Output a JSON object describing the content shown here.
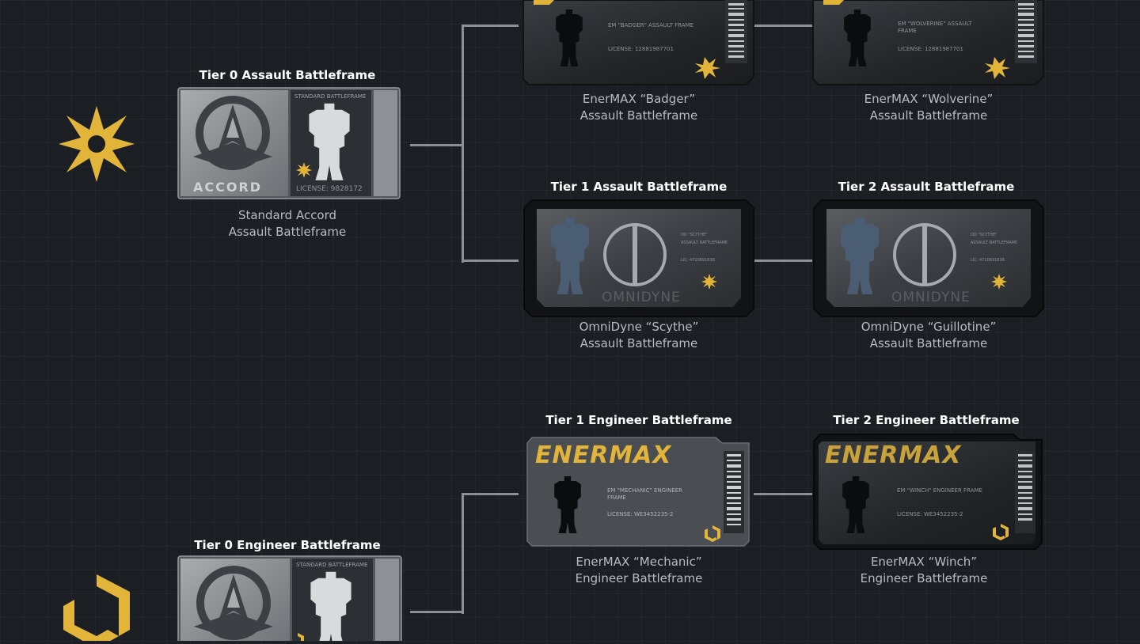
{
  "colors": {
    "accent": "#e3b43a",
    "line": "#8c9094",
    "bg": "#1b1f24"
  },
  "assault": {
    "class_icon": "assault-star-icon",
    "tier0": {
      "tier_label": "Tier 0 Assault Battleframe",
      "card": {
        "brand": "ACCORD",
        "type": "STANDARD BATTLEFRAME",
        "license": "LICENSE: 9828172"
      },
      "name_line1": "Standard Accord",
      "name_line2": "Assault Battleframe"
    },
    "tier1_enermax": {
      "card": {
        "line1": "EM \"BADGER\" ASSAULT FRAME",
        "license": "LICENSE: 12881987701"
      },
      "name_line1": "EnerMAX “Badger”",
      "name_line2": "Assault Battleframe"
    },
    "tier2_enermax": {
      "card": {
        "line1": "EM \"WOLVERINE\" ASSAULT",
        "line2": "FRAME",
        "license": "LICENSE: 12881987701"
      },
      "name_line1": "EnerMAX “Wolverine”",
      "name_line2": "Assault Battleframe"
    },
    "tier1_omnidyne": {
      "tier_label": "Tier 1 Assault Battleframe",
      "card": {
        "brand": "OMNIDYNE",
        "line1": "OD \"SCYTHE\"",
        "line2": "ASSAULT BATTLEFRAME",
        "license": "LIC: 4710691838"
      },
      "name_line1": "OmniDyne “Scythe”",
      "name_line2": "Assault Battleframe"
    },
    "tier2_omnidyne": {
      "tier_label": "Tier 2 Assault Battleframe",
      "card": {
        "brand": "OMNIDYNE",
        "line1": "OD \"SCYTHE\"",
        "line2": "ASSAULT BATTLEFRAME",
        "license": "LIC: 4710691838"
      },
      "name_line1": "OmniDyne “Guillotine”",
      "name_line2": "Assault Battleframe"
    }
  },
  "engineer": {
    "class_icon": "engineer-hex-icon",
    "tier0": {
      "tier_label": "Tier 0 Engineer Battleframe",
      "card": {
        "type": "STANDARD BATTLEFRAME"
      }
    },
    "tier1": {
      "tier_label": "Tier 1 Engineer Battleframe",
      "card": {
        "brand": "ENERMAX",
        "line1": "EM \"MECHANIC\" ENGINEER",
        "line2": "FRAME",
        "license": "LICENSE: WE3452235-2"
      },
      "name_line1": "EnerMAX “Mechanic”",
      "name_line2": "Engineer Battleframe"
    },
    "tier2": {
      "tier_label": "Tier 2 Engineer Battleframe",
      "card": {
        "brand": "ENERMAX",
        "line1": "EM \"WINCH\" ENGINEER FRAME",
        "license": "LICENSE: WE3452235-2"
      },
      "name_line1": "EnerMAX “Winch”",
      "name_line2": "Engineer Battleframe"
    }
  }
}
